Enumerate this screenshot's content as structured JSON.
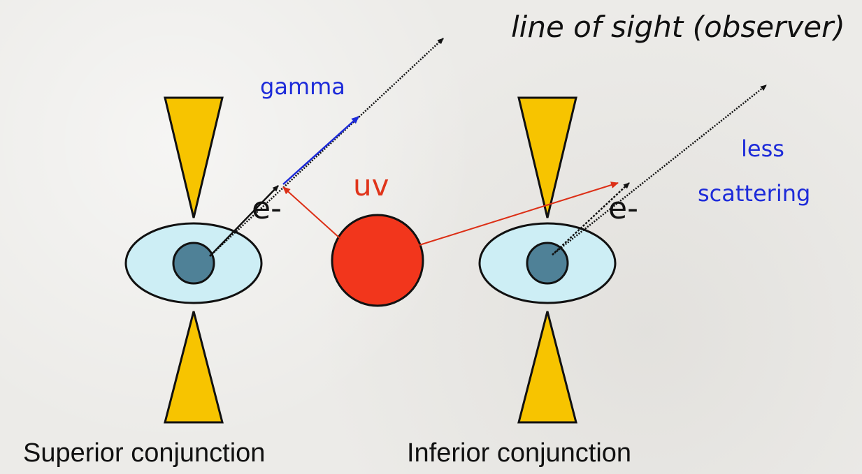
{
  "labels": {
    "line_of_sight": "line of sight (observer)",
    "gamma": "gamma",
    "uv": "uv",
    "electron_left": "e-",
    "electron_right": "e-",
    "less": "less",
    "scattering": "scattering",
    "superior": "Superior conjunction",
    "inferior": "Inferior conjunction"
  },
  "colors": {
    "cone_fill": "#f7c400",
    "disk_fill": "#cdeef5",
    "compact_object_fill": "#4f8197",
    "star_fill": "#f2361c",
    "uv_arrow": "#dc2f16",
    "gamma_arrow": "#1d2bd9",
    "label_blue": "#1d2bd9",
    "label_red": "#e0341a"
  }
}
